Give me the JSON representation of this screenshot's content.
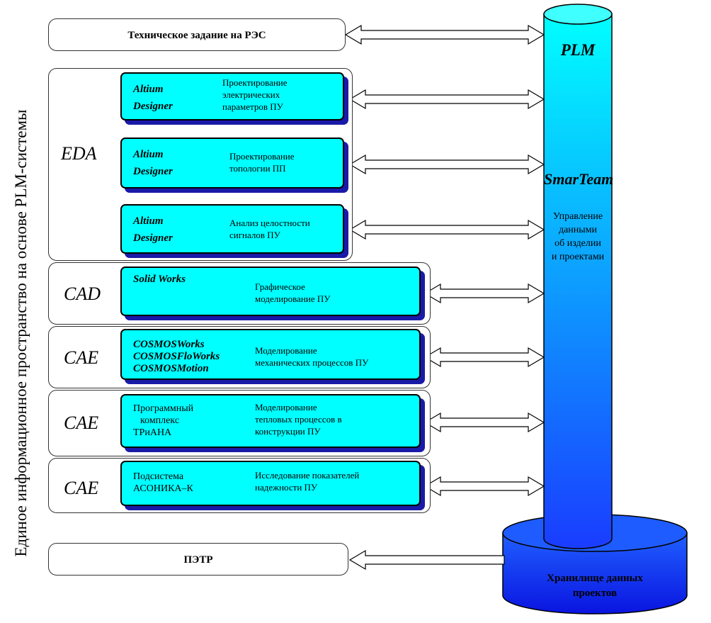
{
  "side_label": "Единое информационное пространство на основе PLM-системы",
  "top_box": "Техническое задание на РЭС",
  "bottom_box": "ПЭТР",
  "pillar": {
    "title": "PLM",
    "name": "SmarTeam",
    "desc": [
      "Управление",
      "данными",
      "об изделии",
      "и проектами"
    ]
  },
  "storage": [
    "Хранилище данных",
    "проектов"
  ],
  "eda": {
    "label": "EDA",
    "items": [
      {
        "prog": [
          "Altium",
          "Designer"
        ],
        "desc": [
          "Проектирование",
          "электрических",
          "параметров ПУ"
        ]
      },
      {
        "prog": [
          "Altium",
          "Designer"
        ],
        "desc": [
          "Проектирование",
          "топологии ПП"
        ]
      },
      {
        "prog": [
          "Altium",
          "Designer"
        ],
        "desc": [
          "Анализ целостности",
          "сигналов ПУ"
        ]
      }
    ]
  },
  "cad": {
    "label": "CAD",
    "prog": [
      "Solid Works"
    ],
    "desc": [
      "Графическое",
      "моделирование ПУ"
    ]
  },
  "cae1": {
    "label": "CAE",
    "prog": [
      "COSMOSWorks",
      "COSMOSFloWorks",
      "COSMOSMotion"
    ],
    "desc": [
      "Моделирование",
      "механических процессов ПУ"
    ]
  },
  "cae2": {
    "label": "CAE",
    "prog": [
      "Программный",
      "комплекс",
      "ТРиАНА"
    ],
    "desc": [
      "Моделирование",
      "тепловых процессов в",
      "конструкции ПУ"
    ]
  },
  "cae3": {
    "label": "CAE",
    "prog": [
      "Подсистема",
      "АСОНИКА–К"
    ],
    "desc": [
      "Исследование показателей",
      "надежности ПУ"
    ]
  },
  "colors": {
    "box_fill": "#00ffff",
    "shadow": "#1a1aa8",
    "pillar_top": "#00ffff",
    "pillar_bottom": "#1414ff"
  }
}
